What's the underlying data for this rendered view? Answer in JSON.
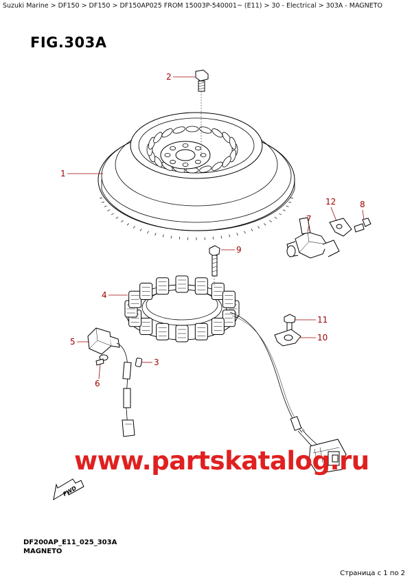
{
  "breadcrumb": "Suzuki Marine > DF150 > DF150 > DF150AP025 FROM 15003P-540001~ (E11) > 30 - Electrical > 303A - MAGNETO",
  "figure": {
    "title": "FIG.303A",
    "code": "DF200AP_E11_025_303A",
    "name": "MAGNETO"
  },
  "callouts": {
    "c1": "1",
    "c2": "2",
    "c3": "3",
    "c4": "4",
    "c5": "5",
    "c6": "6",
    "c7": "7",
    "c8": "8",
    "c9": "9",
    "c10": "10",
    "c11": "11",
    "c12": "12"
  },
  "fwd_label": "FWD",
  "watermark": "www.partskatalog.ru",
  "page_counter": "Страница с 1 по 2"
}
